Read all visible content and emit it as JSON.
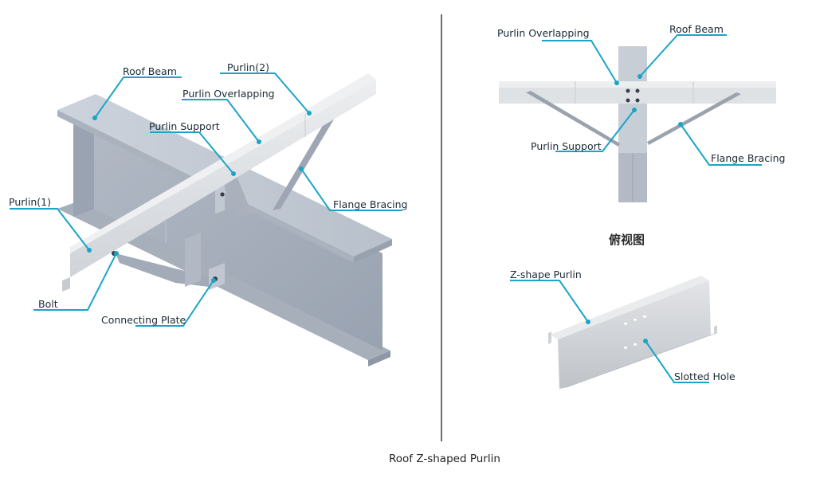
{
  "caption": "Roof Z-shaped Purlin",
  "colors": {
    "leader": "#1ba4c8",
    "steel_light": "#c5ccd6",
    "steel_mid": "#a9b1be",
    "steel_dark": "#8f98a6",
    "purlin_light": "#e4e6e8",
    "purlin_mid": "#d3d6da",
    "divider": "#6b6b6b"
  },
  "isometric_view": {
    "labels": {
      "roof_beam": "Roof Beam",
      "purlin_2": "Purlin(2)",
      "purlin_overlapping": "Purlin Overlapping",
      "purlin_support": "Purlin Support",
      "flange_bracing": "Flange Bracing",
      "purlin_1": "Purlin(1)",
      "bolt": "Bolt",
      "connecting_plate": "Connecting Plate"
    }
  },
  "top_view": {
    "heading": "俯视图",
    "labels": {
      "purlin_overlapping": "Purlin Overlapping",
      "roof_beam": "Roof Beam",
      "purlin_support": "Purlin Support",
      "flange_bracing": "Flange Bracing"
    }
  },
  "z_purlin_view": {
    "labels": {
      "z_shape_purlin": "Z-shape Purlin",
      "slotted_hole": "Slotted Hole"
    }
  }
}
